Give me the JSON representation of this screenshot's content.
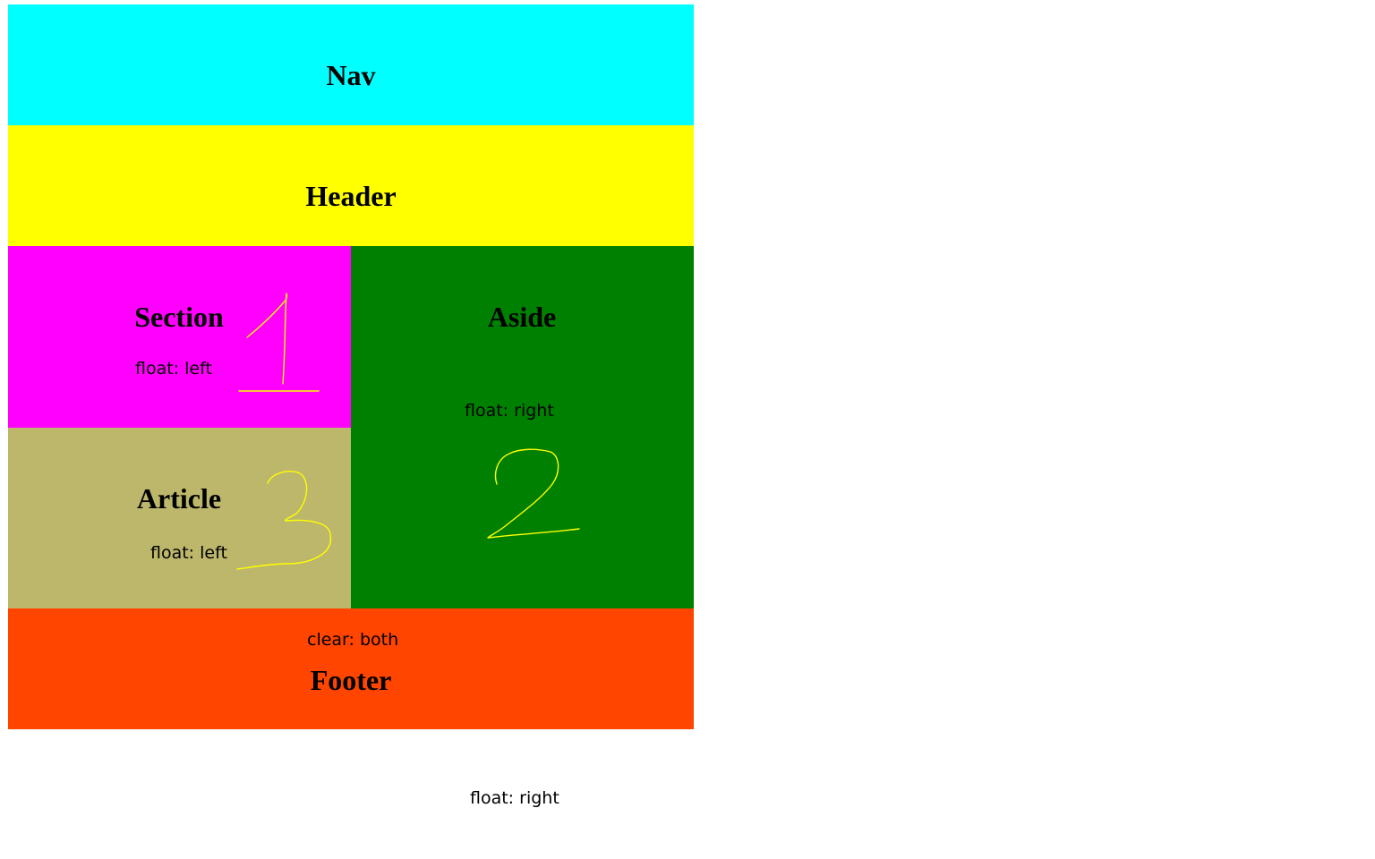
{
  "nav": {
    "label": "Nav",
    "color": "#00ffff"
  },
  "header": {
    "label": "Header",
    "color": "#ffff00"
  },
  "section": {
    "label": "Section",
    "note": "float: left",
    "color": "#ff00ff",
    "annotation_digit": "1"
  },
  "aside": {
    "label": "Aside",
    "note": "float: right",
    "color": "#008000",
    "annotation_digit": "2"
  },
  "article": {
    "label": "Article",
    "note": "float: left",
    "color": "#bdb76b",
    "annotation_digit": "3"
  },
  "footer": {
    "label": "Footer",
    "note": "clear: both",
    "color": "#ff4500"
  },
  "outside_note": "float: right",
  "annotation_color": "#ffff00"
}
